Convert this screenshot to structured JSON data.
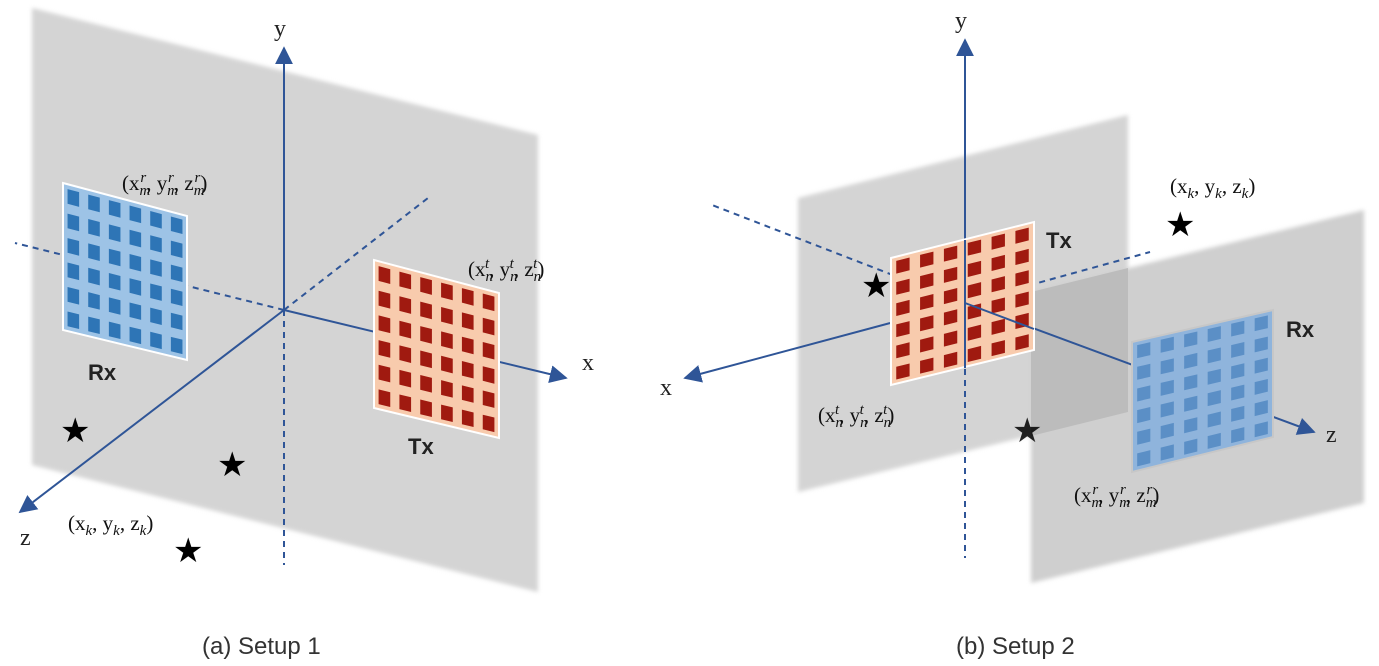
{
  "setup1": {
    "caption": "(a) Setup 1",
    "axes": {
      "x": "x",
      "y": "y",
      "z": "z"
    },
    "rx": {
      "label": "Rx",
      "coord": "(x_m^r, y_m^r, z_m^r)"
    },
    "tx": {
      "label": "Tx",
      "coord": "(x_n^t, y_n^t, z_n^t)"
    },
    "target_coord": "(x_k, y_k, z_k)",
    "star_icon": "★"
  },
  "setup2": {
    "caption": "(b) Setup 2",
    "axes": {
      "x": "x",
      "y": "y",
      "z": "z"
    },
    "rx": {
      "label": "Rx",
      "coord": "(x_m^r, y_m^r, z_m^r)"
    },
    "tx": {
      "label": "Tx",
      "coord": "(x_n^t, y_n^t, z_n^t)"
    },
    "target_coord": "(x_k, y_k, z_k)",
    "star_icon": "★"
  },
  "colors": {
    "wall": "#d4d4d4",
    "axis": "#2f5597",
    "rx_panel": "#9dc3e6",
    "rx_element": "#2e75b6",
    "tx_panel": "#f8cbad",
    "tx_element": "#a01a10"
  }
}
